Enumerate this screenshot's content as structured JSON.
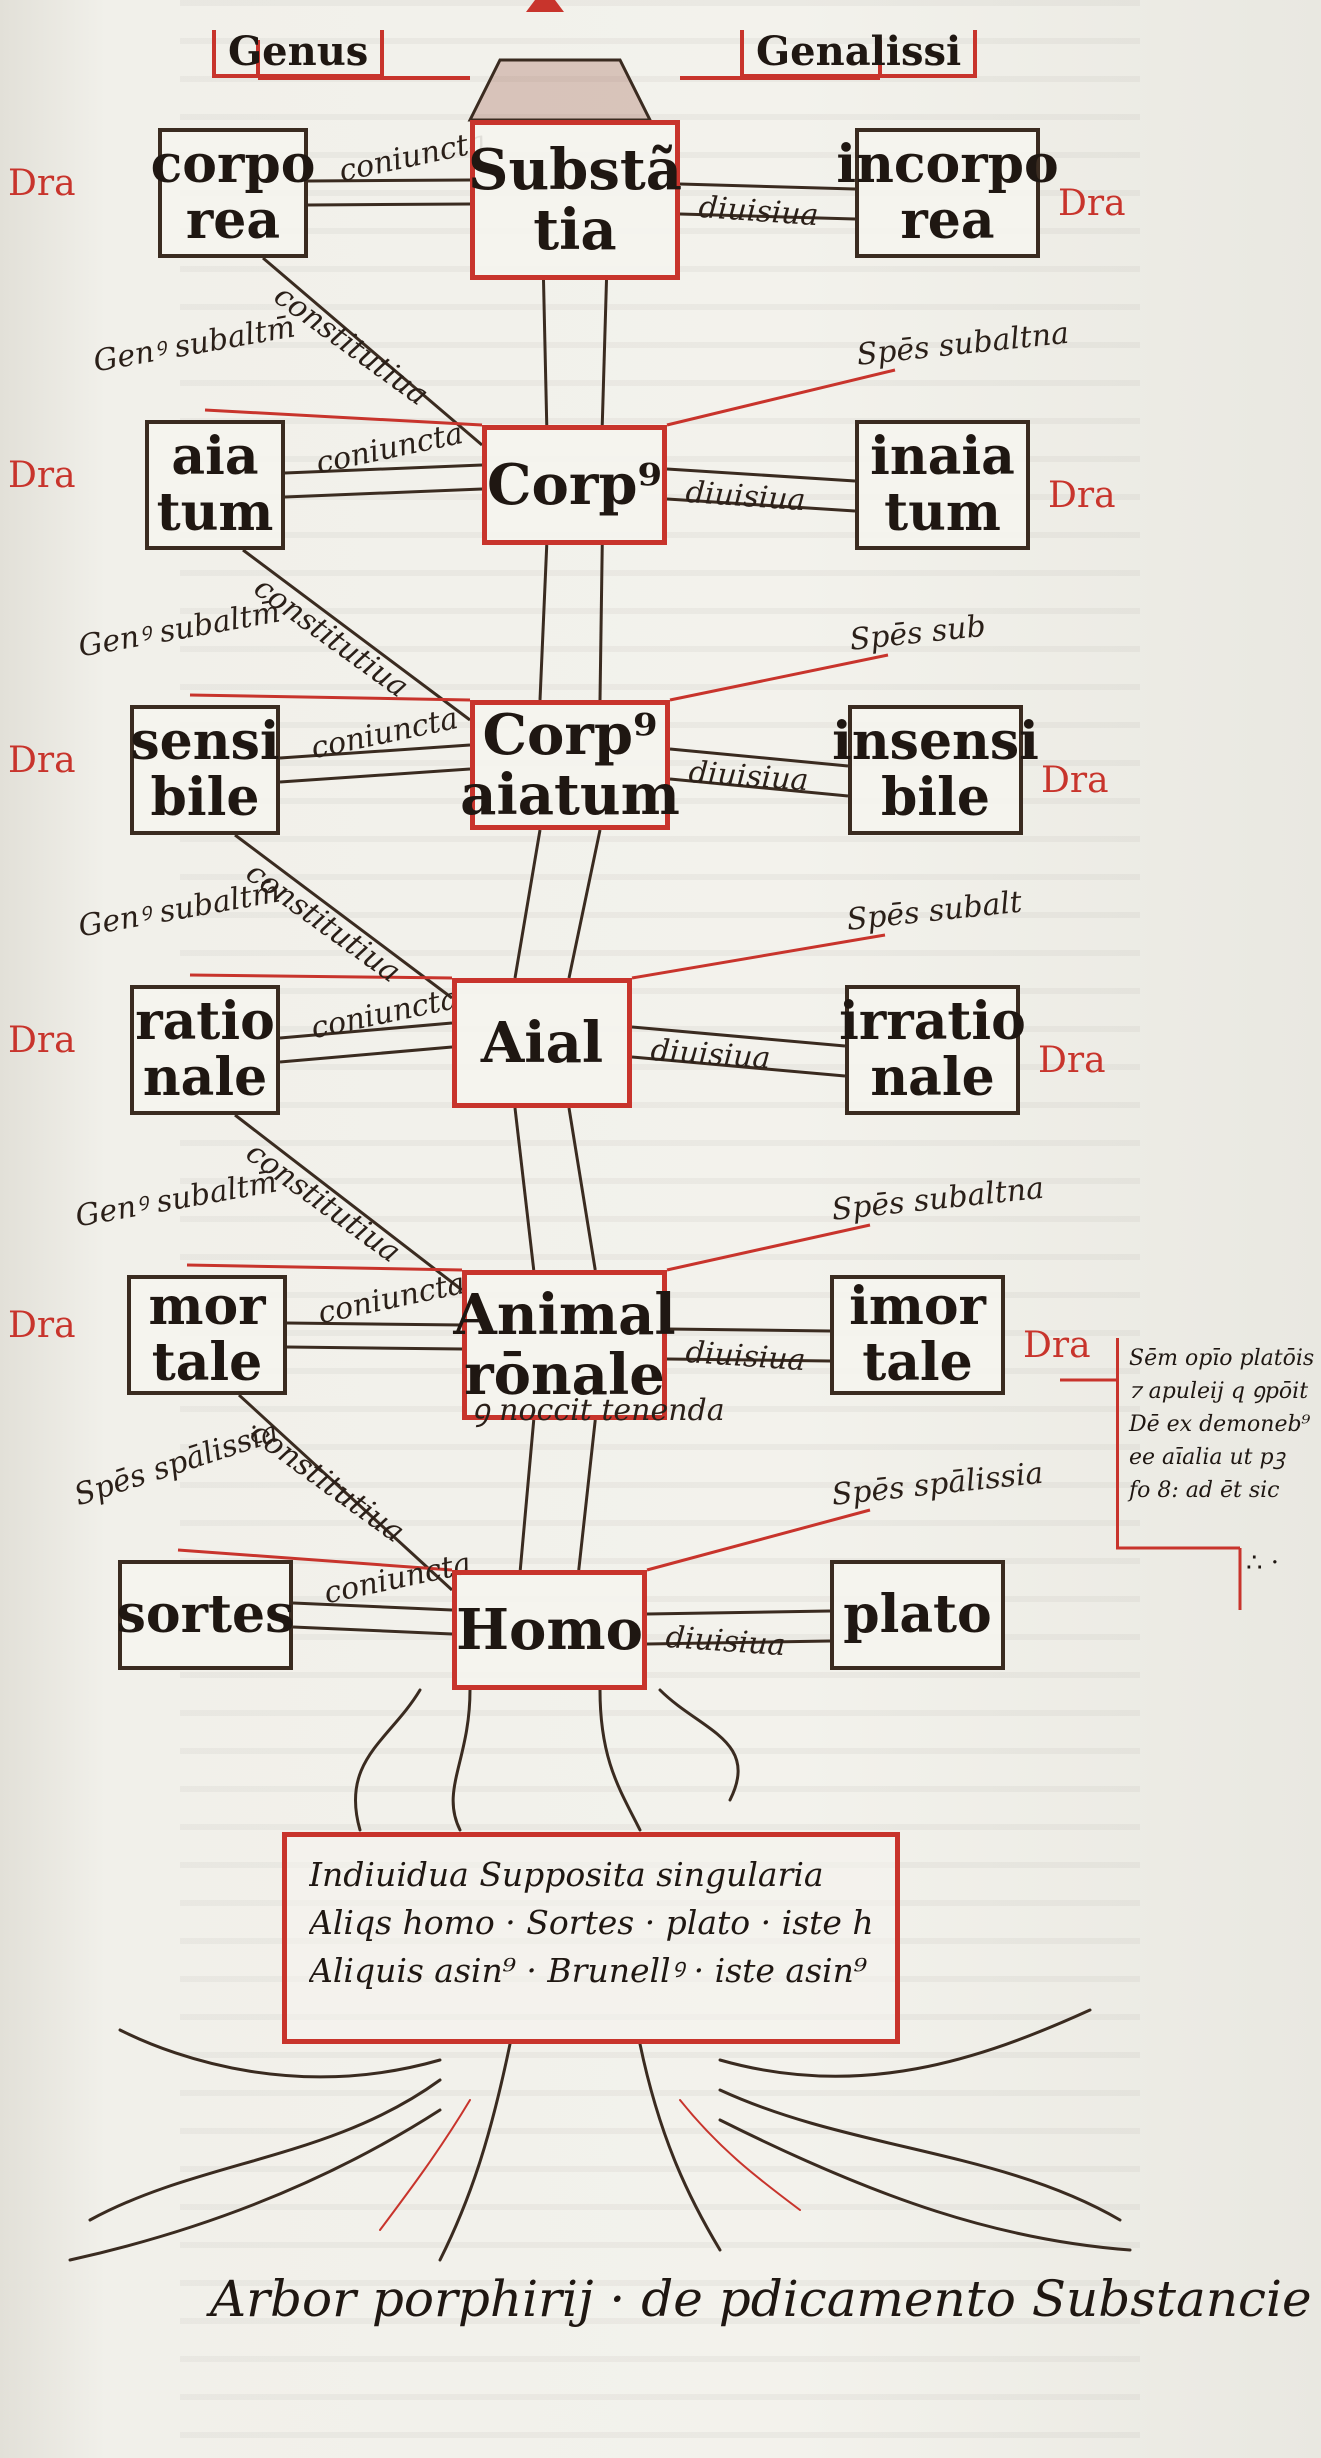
{
  "genus_labels": {
    "left": "Genus",
    "right": "Genalissi"
  },
  "levels": [
    {
      "left": "corpo\nrea",
      "center": "Substã\ntia",
      "right": "incorpo\nrea",
      "right_tag": "",
      "conjuncta": "coniuncta",
      "divisiva": "diuisiua",
      "constitutiva": "constitutiua",
      "left_dra": "Dra",
      "right_dra": "Dra",
      "subalt_left": "",
      "center_sub": ""
    },
    {
      "left": "aia\ntum",
      "center": "Corp⁹",
      "right": "inaia\ntum",
      "right_tag": "Spēs subaltna",
      "conjuncta": "coniuncta",
      "divisiva": "diuisiua",
      "constitutiva": "constitutiua",
      "left_dra": "Dra",
      "right_dra": "Dra",
      "subalt_left": "Genꝰ subaltm̄",
      "center_sub": ""
    },
    {
      "left": "sensi\nbile",
      "center": "Corp⁹\naiatum",
      "right": "insensi\nbile",
      "right_tag": "Spēs sub",
      "conjuncta": "coniuncta",
      "divisiva": "diuisiua",
      "constitutiva": "constitutiua",
      "left_dra": "Dra",
      "right_dra": "Dra",
      "subalt_left": "Genꝰ subaltm̄",
      "center_sub": ""
    },
    {
      "left": "ratio\nnale",
      "center": "Aial",
      "right": "irratio\nnale",
      "right_tag": "Spēs subalt",
      "conjuncta": "coniuncta",
      "divisiva": "diuisiua",
      "constitutiva": "constitutiua",
      "left_dra": "Dra",
      "right_dra": "Dra",
      "subalt_left": "Genꝰ subaltm̄",
      "center_sub": ""
    },
    {
      "left": "mor\ntale",
      "center": "Animal\nrōnale",
      "right": "imor\ntale",
      "right_tag": "Spēs subaltna",
      "conjuncta": "coniuncta",
      "divisiva": "diuisiua",
      "constitutiva": "constitutiua",
      "left_dra": "Dra",
      "right_dra": "Dra",
      "subalt_left": "Genꝰ subaltm̄",
      "center_sub": "ꝯ noccit tenenda"
    },
    {
      "left": "sortes",
      "center": "Homo",
      "right": "plato",
      "right_tag": "Spēs spālissia",
      "conjuncta": "coniuncta",
      "divisiva": "diuisiua",
      "constitutiva": "constitutiua",
      "left_dra": "",
      "right_dra": "",
      "subalt_left": "Spēs spālissia",
      "center_sub": ""
    }
  ],
  "individua": [
    "Indiuidua Supposita singularia",
    "Aliqs homo · Sortes · plato · iste homo",
    "Aliquis asin⁹ · Brunellꝰ · iste asin⁹"
  ],
  "note": [
    "Sēm opīo platōis",
    "⁊ apuleij q ꝯpōit",
    "Dē ex demoneb⁹",
    "ee aīalia ut pꝫ",
    "fo 8: ad ēt sic"
  ],
  "note_dots": "∴ ·",
  "title": "Arbor porphirij · de pdicamento Substancie",
  "colors": {
    "ink": "#1f1712",
    "rubric": "#c8342c",
    "brown": "#3a2b20",
    "paper": "#f3f2ec"
  }
}
